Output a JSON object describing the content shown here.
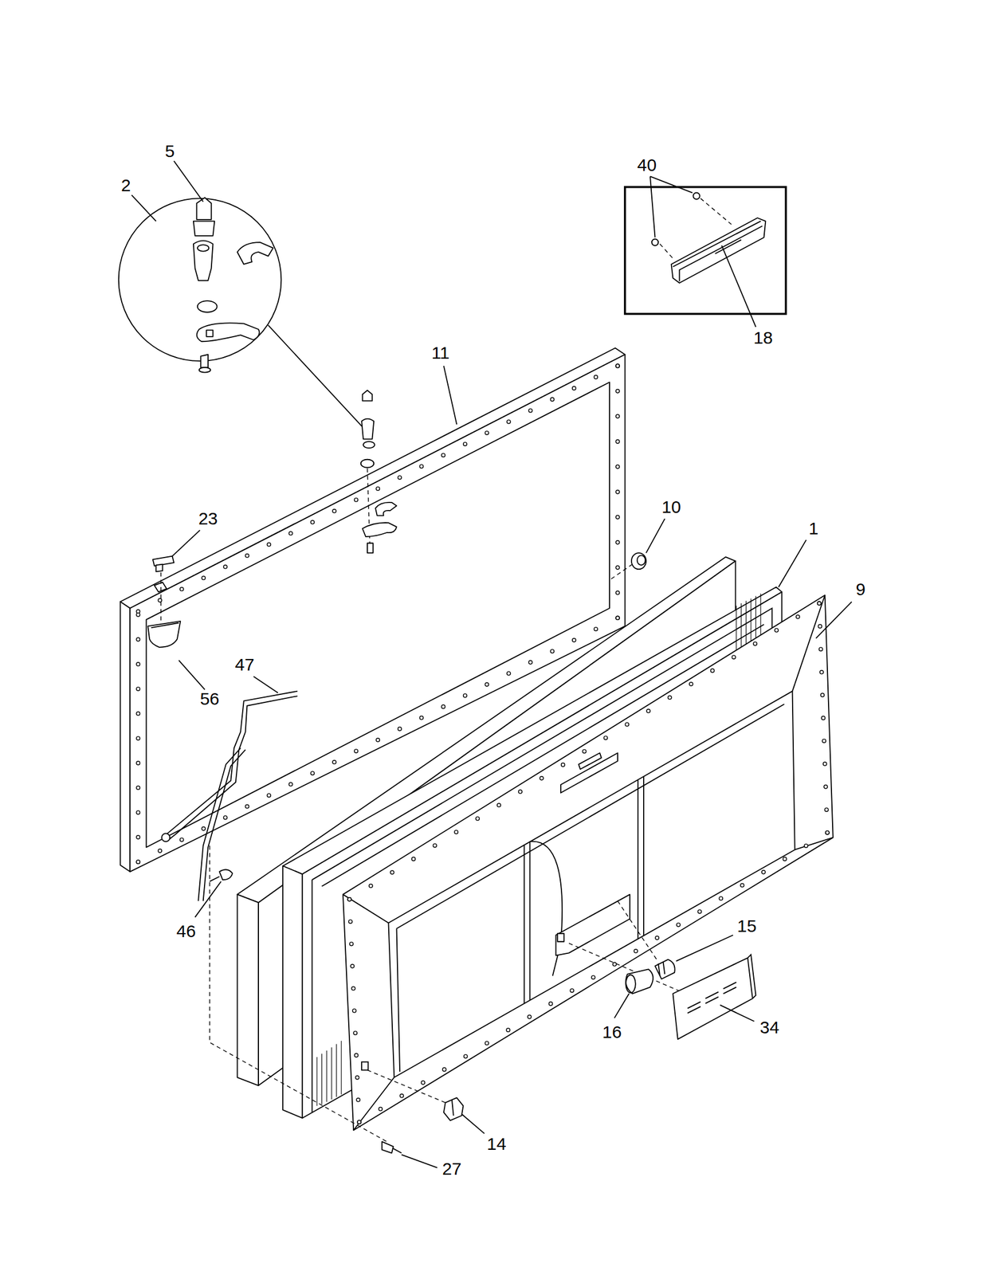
{
  "diagram": {
    "labels": [
      "5",
      "2",
      "40",
      "18",
      "11",
      "23",
      "10",
      "1",
      "9",
      "56",
      "47",
      "46",
      "15",
      "16",
      "34",
      "14",
      "27"
    ]
  }
}
